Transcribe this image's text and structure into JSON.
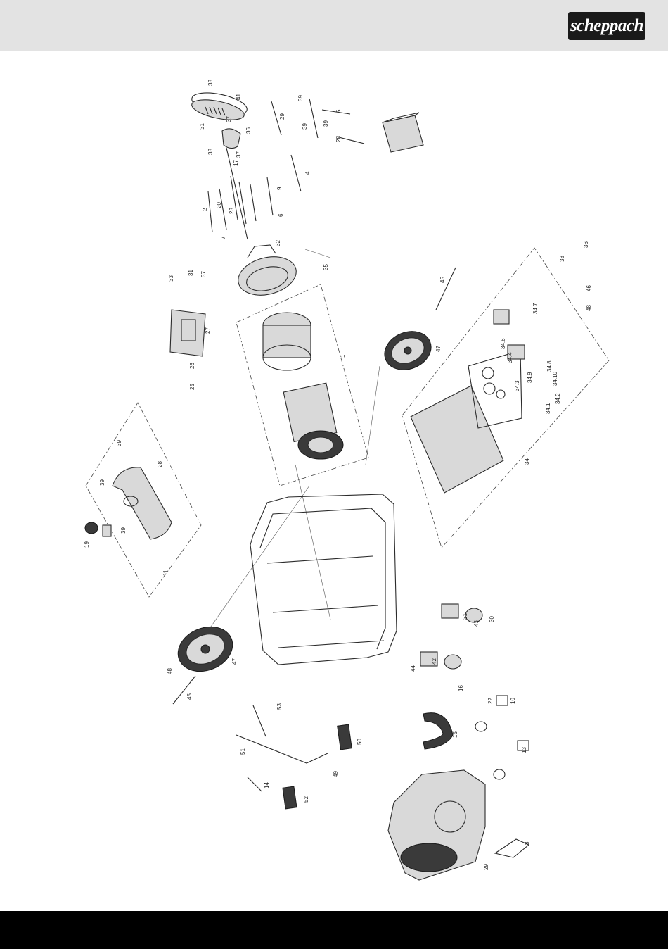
{
  "header": {
    "brand": "scheppach"
  },
  "callouts": [
    {
      "id": "c1",
      "text": "38"
    },
    {
      "id": "c2",
      "text": "41"
    },
    {
      "id": "c3",
      "text": "37"
    },
    {
      "id": "c4",
      "text": "31"
    },
    {
      "id": "c5",
      "text": "36"
    },
    {
      "id": "c6",
      "text": "38"
    },
    {
      "id": "c7",
      "text": "37"
    },
    {
      "id": "c8",
      "text": "17"
    },
    {
      "id": "c9",
      "text": "29"
    },
    {
      "id": "c10",
      "text": "39"
    },
    {
      "id": "c11",
      "text": "39"
    },
    {
      "id": "c12",
      "text": "5"
    },
    {
      "id": "c13",
      "text": "39"
    },
    {
      "id": "c14",
      "text": "28"
    },
    {
      "id": "c15",
      "text": "4"
    },
    {
      "id": "c16",
      "text": "9"
    },
    {
      "id": "c17",
      "text": "2"
    },
    {
      "id": "c18",
      "text": "20"
    },
    {
      "id": "c19",
      "text": "23"
    },
    {
      "id": "c20",
      "text": "6"
    },
    {
      "id": "c21",
      "text": "7"
    },
    {
      "id": "c22",
      "text": "32"
    },
    {
      "id": "c23",
      "text": "1"
    },
    {
      "id": "c24",
      "text": "33"
    },
    {
      "id": "c25",
      "text": "31"
    },
    {
      "id": "c26",
      "text": "37"
    },
    {
      "id": "c27",
      "text": "35"
    },
    {
      "id": "c28",
      "text": "27"
    },
    {
      "id": "c29",
      "text": "26"
    },
    {
      "id": "c30",
      "text": "25"
    },
    {
      "id": "c31",
      "text": "28"
    },
    {
      "id": "c32",
      "text": "19"
    },
    {
      "id": "c33",
      "text": "39"
    },
    {
      "id": "c34",
      "text": "39"
    },
    {
      "id": "c35",
      "text": "39"
    },
    {
      "id": "c36",
      "text": "11"
    },
    {
      "id": "c37",
      "text": "45"
    },
    {
      "id": "c38",
      "text": "47"
    },
    {
      "id": "c39",
      "text": "34"
    },
    {
      "id": "c40",
      "text": "34.8"
    },
    {
      "id": "c41",
      "text": "34.7"
    },
    {
      "id": "c42",
      "text": "34.6"
    },
    {
      "id": "c43",
      "text": "34.4"
    },
    {
      "id": "c44",
      "text": "34.3"
    },
    {
      "id": "c45",
      "text": "34.9"
    },
    {
      "id": "c46",
      "text": "34.10"
    },
    {
      "id": "c47",
      "text": "34.2"
    },
    {
      "id": "c48",
      "text": "34.1"
    },
    {
      "id": "c49",
      "text": "38"
    },
    {
      "id": "c50",
      "text": "36"
    },
    {
      "id": "c51",
      "text": "46"
    },
    {
      "id": "c52",
      "text": "48"
    },
    {
      "id": "c53",
      "text": "43"
    },
    {
      "id": "c54",
      "text": "45"
    },
    {
      "id": "c55",
      "text": "47"
    },
    {
      "id": "c56",
      "text": "48"
    },
    {
      "id": "c57",
      "text": "31"
    },
    {
      "id": "c58",
      "text": "42"
    },
    {
      "id": "c59",
      "text": "30"
    },
    {
      "id": "c60",
      "text": "44"
    },
    {
      "id": "c61",
      "text": "16"
    },
    {
      "id": "c62",
      "text": "22"
    },
    {
      "id": "c63",
      "text": "10"
    },
    {
      "id": "c64",
      "text": "15"
    },
    {
      "id": "c65",
      "text": "53"
    },
    {
      "id": "c66",
      "text": "50"
    },
    {
      "id": "c67",
      "text": "49"
    },
    {
      "id": "c68",
      "text": "51"
    },
    {
      "id": "c69",
      "text": "52"
    },
    {
      "id": "c70",
      "text": "14"
    },
    {
      "id": "c71",
      "text": "13"
    },
    {
      "id": "c72",
      "text": "29"
    },
    {
      "id": "c73",
      "text": "8"
    }
  ]
}
